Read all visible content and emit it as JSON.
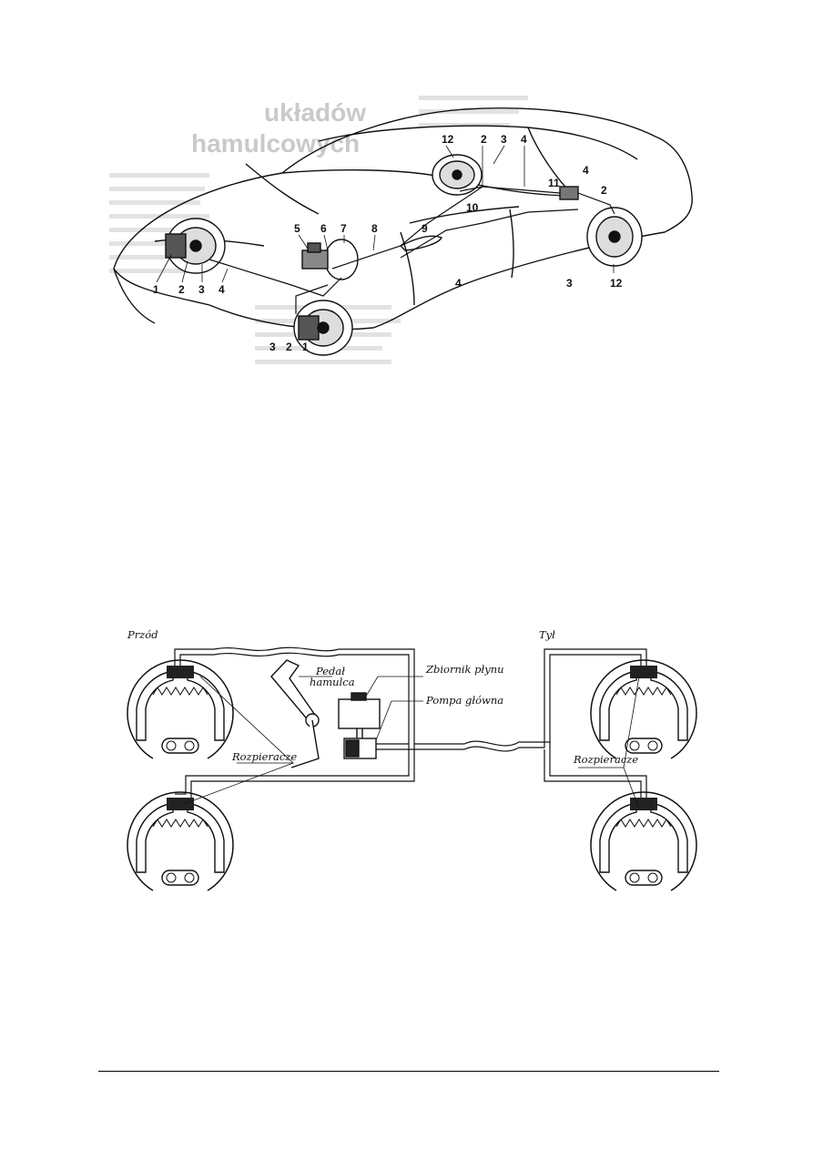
{
  "car_diagram": {
    "callouts": [
      "1",
      "2",
      "3",
      "4",
      "5",
      "6",
      "7",
      "8",
      "9",
      "10",
      "11",
      "12"
    ],
    "background_text": [
      "układów",
      "hamulcowych"
    ]
  },
  "schematic": {
    "front_label": "Przód",
    "rear_label": "Tył",
    "pedal_label_line1": "Pedał",
    "pedal_label_line2": "hamulca",
    "reservoir_label": "Zbiornik płynu",
    "master_cylinder_label": "Pompa główna",
    "expanders_front_label": "Rozpieracze",
    "expanders_rear_label": "Rozpieracze"
  }
}
